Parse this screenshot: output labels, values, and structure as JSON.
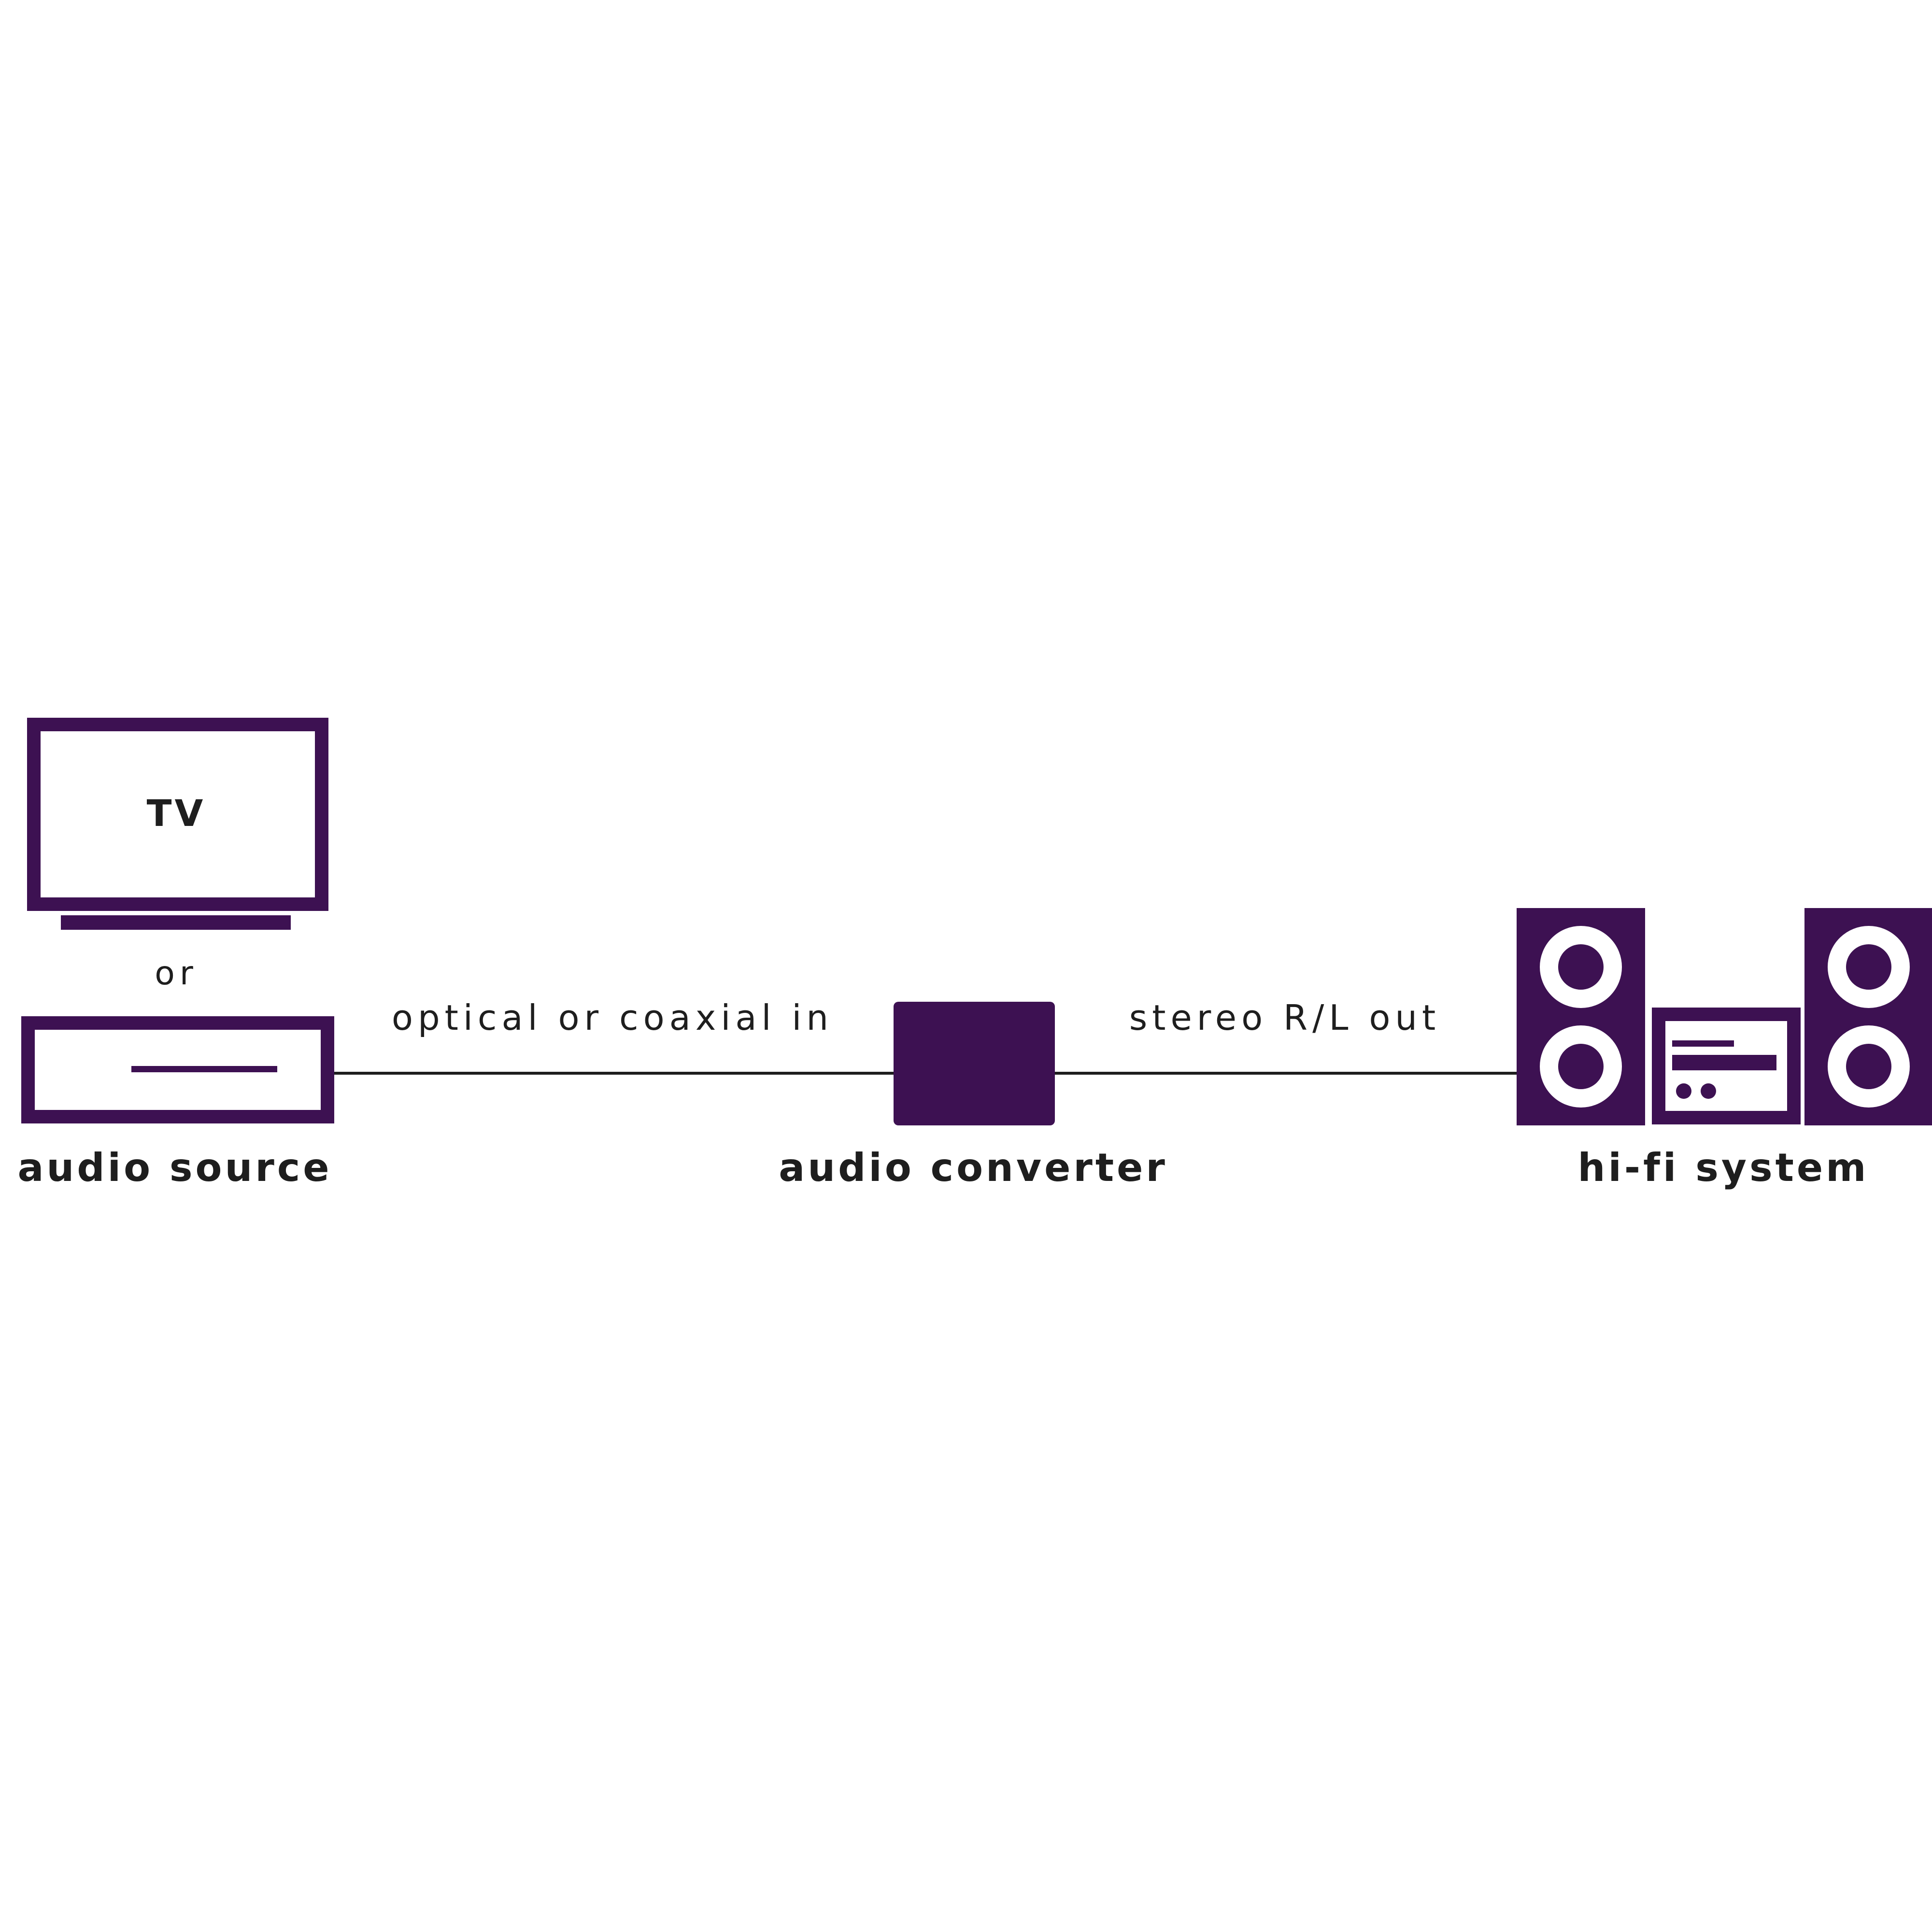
{
  "colors": {
    "accent": "#3d1152",
    "text": "#1e1e1e",
    "line": "#1e1e1e",
    "background": "#ffffff"
  },
  "source": {
    "tv_label": "TV",
    "or_label": "or",
    "caption": "audio source"
  },
  "link_in_label": "optical or coaxial in",
  "converter": {
    "caption": "audio converter"
  },
  "link_out_label": "stereo R/L out",
  "hifi": {
    "caption": "hi-fi system"
  }
}
